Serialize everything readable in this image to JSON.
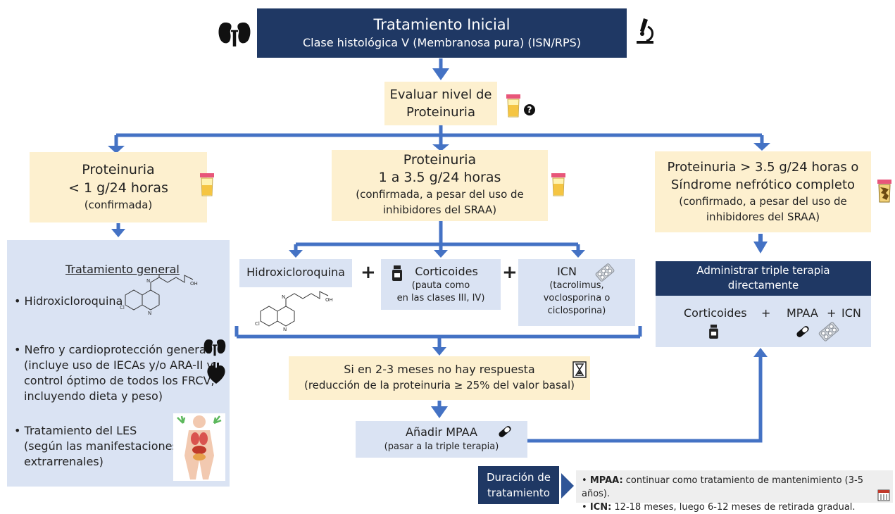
{
  "title": {
    "line1": "Tratamiento Inicial",
    "line2": "Clase histológica V (Membranosa pura)  (ISN/RPS)"
  },
  "evaluate": {
    "line1": "Evaluar nivel de",
    "line2": "Proteinuria"
  },
  "branch_low": {
    "line1": "Proteinuria",
    "line2": "< 1 g/24 horas",
    "line3": "(confirmada)"
  },
  "branch_mid": {
    "line1": "Proteinuria",
    "line2": "1 a 3.5 g/24 horas",
    "line3": "(confirmada, a pesar del uso de",
    "line4": "inhibidores del SRAA)"
  },
  "branch_high": {
    "line1": "Proteinuria > 3.5 g/24 horas o",
    "line2": "Síndrome nefrótico completo",
    "line3": "(confirmado, a pesar del uso de",
    "line4": "inhibidores del SRAA)"
  },
  "general": {
    "heading": "Tratamiento general",
    "item1": "Hidroxicloroquina",
    "item2_title": "Nefro y cardioprotección general",
    "item2_l1": "(incluye uso de IECAs y/o ARA-II y",
    "item2_l2": "control óptimo de todos los FRCV,",
    "item2_l3": "incluyendo dieta y peso)",
    "item3_title": "Tratamiento del LES",
    "item3_l1": "(según las manifestaciones",
    "item3_l2": "extrarrenales)"
  },
  "combo": {
    "hcq": "Hidroxicloroquina",
    "plus": "+",
    "cort_title": "Corticoides",
    "cort_l1": "(pauta como",
    "cort_l2": "en las clases III, IV)",
    "icn_title": "ICN",
    "icn_l1": "(tacrolimus,",
    "icn_l2": "voclosporina o",
    "icn_l3": "ciclosporina)"
  },
  "triple": {
    "header_l1": "Administrar triple terapia",
    "header_l2": "directamente",
    "cort": "Corticoides",
    "plus": "+",
    "mpaa": "MPAA",
    "icn": "ICN"
  },
  "noresp": {
    "line1": "Si en 2-3 meses no hay respuesta",
    "line2": "(reducción de la proteinuria ≥ 25% del valor basal)"
  },
  "add_mpaa": {
    "line1": "Añadir MPAA",
    "line2": "(pasar a la triple terapia)"
  },
  "duration": {
    "label_l1": "Duración de",
    "label_l2": "tratamiento",
    "b1_bold": "MPAA:",
    "b1_text": " continuar como tratamiento de mantenimiento (3-5 años).",
    "b2_bold": "ICN:",
    "b2_text": " 12-18 meses, luego 6-12 meses de retirada gradual."
  },
  "colors": {
    "navy": "#1f3864",
    "arrow": "#4472c4",
    "cream": "#fdf0cf",
    "lightblue": "#dae3f3"
  },
  "icons": [
    "kidneys-icon",
    "microscope-icon",
    "urine-cup-icon",
    "question-icon",
    "molecule-icon",
    "heart-icon",
    "body-organs-icon",
    "pill-bottle-icon",
    "blister-pack-icon",
    "capsule-icon",
    "hourglass-icon",
    "calendar-icon"
  ]
}
